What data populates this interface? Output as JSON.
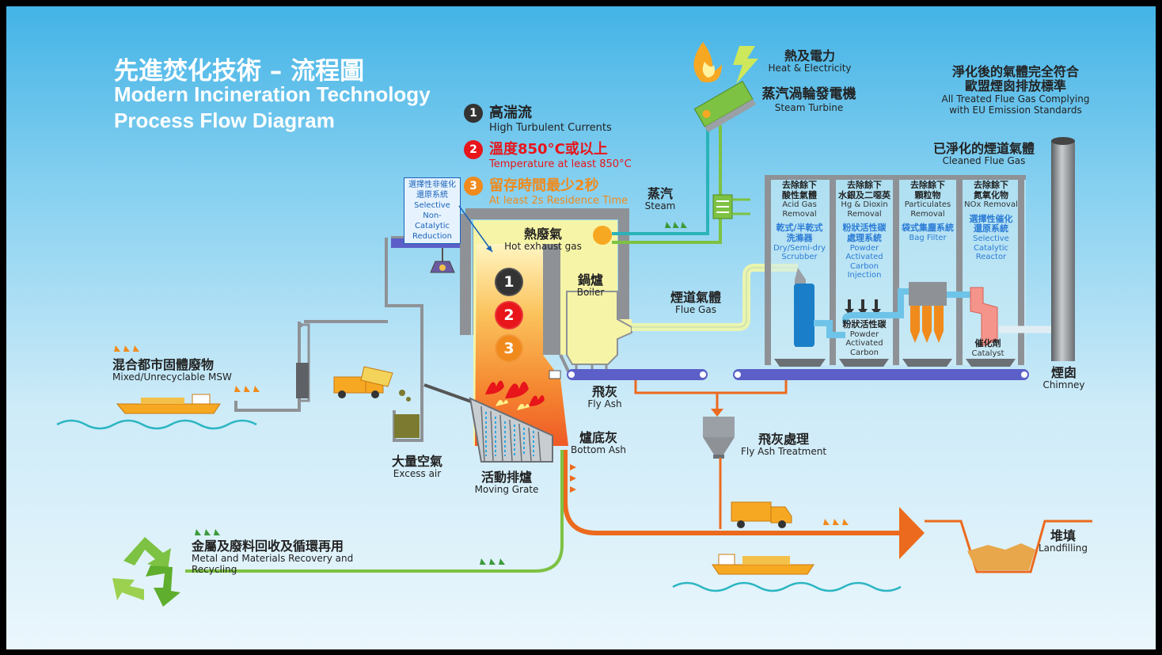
{
  "title": {
    "zh": "先進焚化技術 – 流程圖",
    "en_line1": "Modern Incineration Technology",
    "en_line2": "Process Flow Diagram"
  },
  "legend": [
    {
      "num": "1",
      "zh": "高湍流",
      "en": "High Turbulent Currents",
      "color": "#333333"
    },
    {
      "num": "2",
      "zh": "溫度850°C或以上",
      "en": "Temperature at least 850°C",
      "color": "#e8151b"
    },
    {
      "num": "3",
      "zh": "留存時間最少2秒",
      "en": "At least 2s Residence Time",
      "color": "#f08a1c"
    }
  ],
  "scr_box": [
    "選擇性非催化",
    "還原系統",
    "Selective",
    "Non-Catalytic",
    "Reduction"
  ],
  "labels": {
    "heat_zh": "熱及電力",
    "heat_en": "Heat & Electricity",
    "turbine_zh": "蒸汽渦輪發電機",
    "turbine_en": "Steam Turbine",
    "treated_zh1": "淨化後的氣體完全符合",
    "treated_zh2": "歐盟煙囪排放標準",
    "treated_en1": "All Treated Flue Gas Complying",
    "treated_en2": "with EU Emission Standards",
    "cleaned_zh": "已淨化的煙道氣體",
    "cleaned_en": "Cleaned Flue Gas",
    "steam_zh": "蒸汽",
    "steam_en": "Steam",
    "hot_zh": "熱廢氣",
    "hot_en": "Hot exhaust gas",
    "boiler_zh": "鍋爐",
    "boiler_en": "Boiler",
    "flue_zh": "煙道氣體",
    "flue_en": "Flue Gas",
    "msw_zh": "混合都市固體廢物",
    "msw_en": "Mixed/Unrecyclable MSW",
    "flyash_zh": "飛灰",
    "flyash_en": "Fly Ash",
    "flytreat_zh": "飛灰處理",
    "flytreat_en": "Fly Ash  Treatment",
    "bottom_zh": "爐底灰",
    "bottom_en": "Bottom Ash",
    "air_zh": "大量空氣",
    "air_en": "Excess air",
    "grate_zh": "活動排爐",
    "grate_en": "Moving Grate",
    "chimney_zh": "煙囱",
    "chimney_en": "Chimney",
    "landfill_zh": "堆填",
    "landfill_en": "Landfilling",
    "recycle_zh": "金屬及廢料回收及循環再用",
    "recycle_en": "Metal and Materials Recovery and Recycling",
    "pac_zh": "粉狀活性碳",
    "pac_en1": "Powder",
    "pac_en2": "Activated",
    "pac_en3": "Carbon",
    "catalyst_zh": "催化劑",
    "catalyst_en": "Catalyst"
  },
  "furnace_circles": [
    {
      "num": "1",
      "color": "#333333"
    },
    {
      "num": "2",
      "color": "#e8151b"
    },
    {
      "num": "3",
      "color": "#f08a1c"
    }
  ],
  "treatment_units": [
    {
      "top_zh": [
        "去除餘下",
        "酸性氣體"
      ],
      "top_en": [
        "Acid Gas",
        "Removal"
      ],
      "sys_zh": [
        "乾式/半乾式",
        "洗滌器"
      ],
      "sys_en": [
        "Dry/Semi-dry",
        "Scrubber"
      ]
    },
    {
      "top_zh": [
        "去除餘下",
        "水銀及二噁英"
      ],
      "top_en": [
        "Hg & Dioxin",
        "Removal"
      ],
      "sys_zh": [
        "粉狀活性碳",
        "處理系統"
      ],
      "sys_en": [
        "Powder",
        "Activated",
        "Carbon",
        "Injection"
      ]
    },
    {
      "top_zh": [
        "去除餘下",
        "顆粒物"
      ],
      "top_en": [
        "Particulates",
        "Removal"
      ],
      "sys_zh": [
        "袋式集塵系統"
      ],
      "sys_en": [
        "Bag Filter"
      ]
    },
    {
      "top_zh": [
        "去除餘下",
        "氮氧化物"
      ],
      "top_en": [
        "NOx Removal"
      ],
      "sys_zh": [
        "選擇性催化",
        "還原系統"
      ],
      "sys_en": [
        "Selective",
        "Catalytic",
        "Reactor"
      ]
    }
  ],
  "colors": {
    "steam": "#2ab3b8",
    "green": "#7dc242",
    "orange": "#ec6a1e",
    "purple": "#5b5fc7",
    "chamber": "#f6f4a6",
    "grey": "#8e9296"
  }
}
